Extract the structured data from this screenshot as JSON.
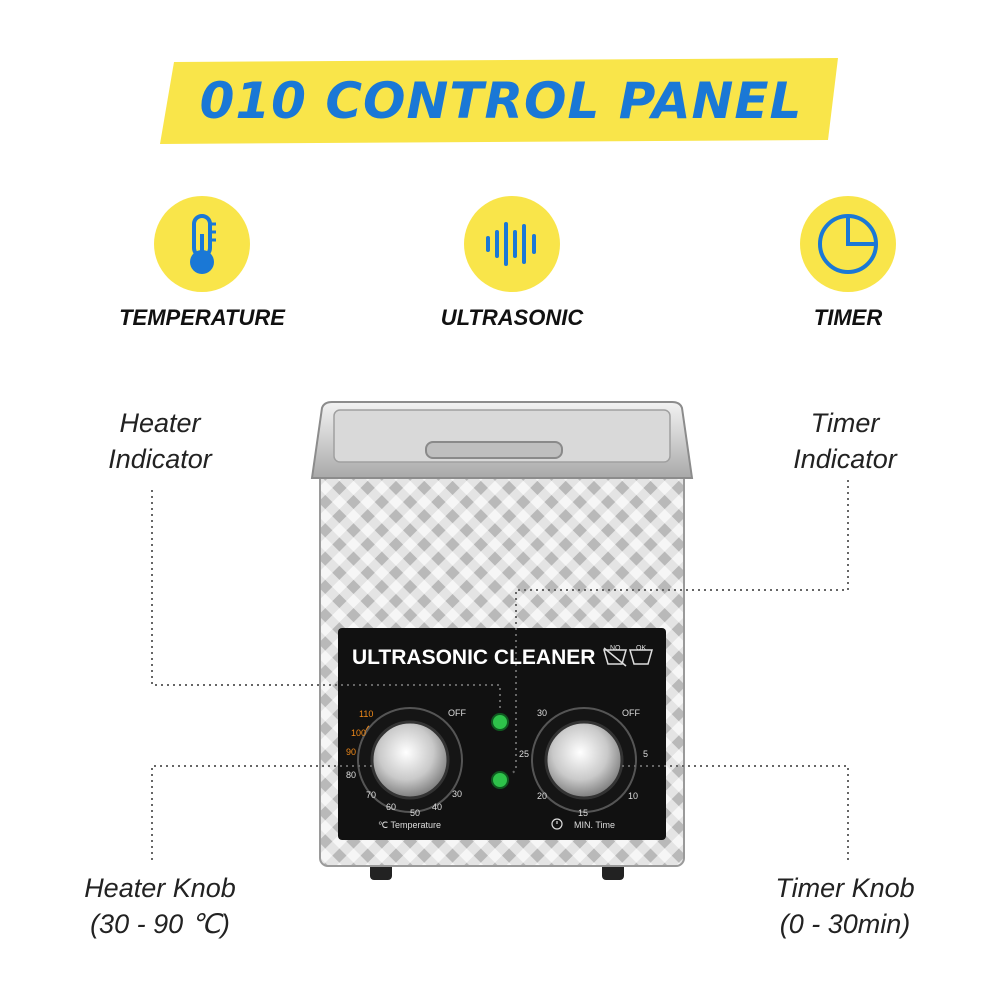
{
  "banner": {
    "title": "010 CONTROL PANEL",
    "bg_color": "#f9e54a",
    "text_color": "#1a78d6"
  },
  "features": [
    {
      "label": "TEMPERATURE",
      "icon": "thermometer-icon"
    },
    {
      "label": "ULTRASONIC",
      "icon": "sound-wave-icon"
    },
    {
      "label": "TIMER",
      "icon": "clock-pie-icon"
    }
  ],
  "callouts": {
    "heater_indicator": {
      "line1": "Heater",
      "line2": "Indicator"
    },
    "timer_indicator": {
      "line1": "Timer",
      "line2": "Indicator"
    },
    "heater_knob": {
      "line1": "Heater Knob",
      "line2": "(30 - 90 ℃)"
    },
    "timer_knob": {
      "line1": "Timer Knob",
      "line2": "(0 - 30min)"
    }
  },
  "device": {
    "brand_label": "ULTRASONIC CLEANER",
    "no_label": "NO",
    "ok_label": "OK",
    "temp_scale": [
      "110",
      "100",
      "90",
      "80",
      "70",
      "60",
      "50",
      "40",
      "30",
      "OFF"
    ],
    "temp_unit": "℃ Temperature",
    "timer_scale": [
      "30",
      "OFF",
      "5",
      "10",
      "15",
      "20",
      "25"
    ],
    "timer_unit": "MIN. Time",
    "indicator_color": "#2ec24a"
  }
}
